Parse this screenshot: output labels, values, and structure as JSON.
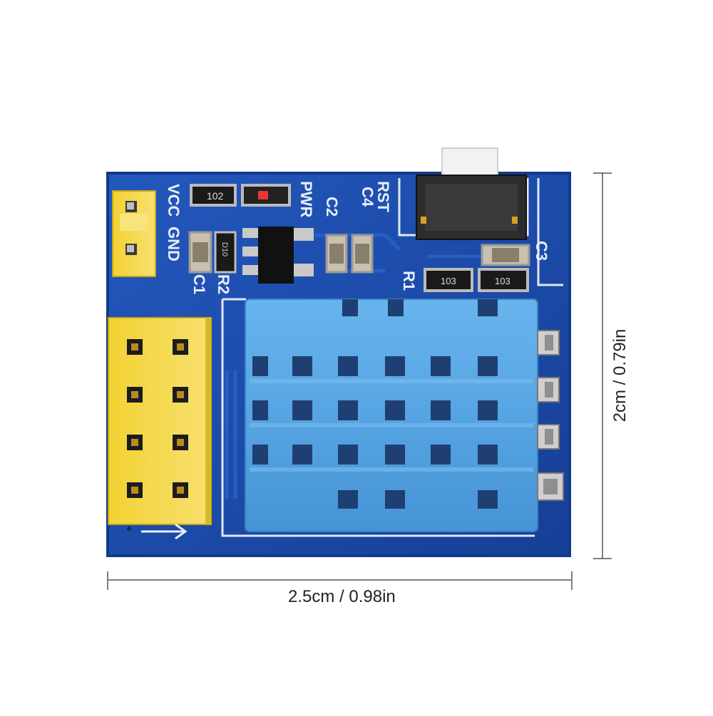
{
  "dimensions": {
    "width_label": "2.5cm / 0.98in",
    "height_label": "2cm / 0.79in"
  },
  "board": {
    "silkscreen": {
      "vcc": "VCC",
      "gnd": "GND",
      "pwr": "PWR",
      "rst": "RST",
      "c1": "C1",
      "c2": "C2",
      "c3": "C3",
      "c4": "C4",
      "r1": "R1",
      "r2": "R2"
    },
    "component_codes": {
      "resistor_top": "102",
      "resistor_r1": "103",
      "resistor_r2": "103",
      "diode": "D10"
    }
  },
  "colors": {
    "pcb": "#1a4fb0",
    "pcb_edge": "#0f3a88",
    "header_yellow": "#f5d83a",
    "sensor_blue": "#5aa9e6",
    "silkscreen": "#e8eef8"
  }
}
